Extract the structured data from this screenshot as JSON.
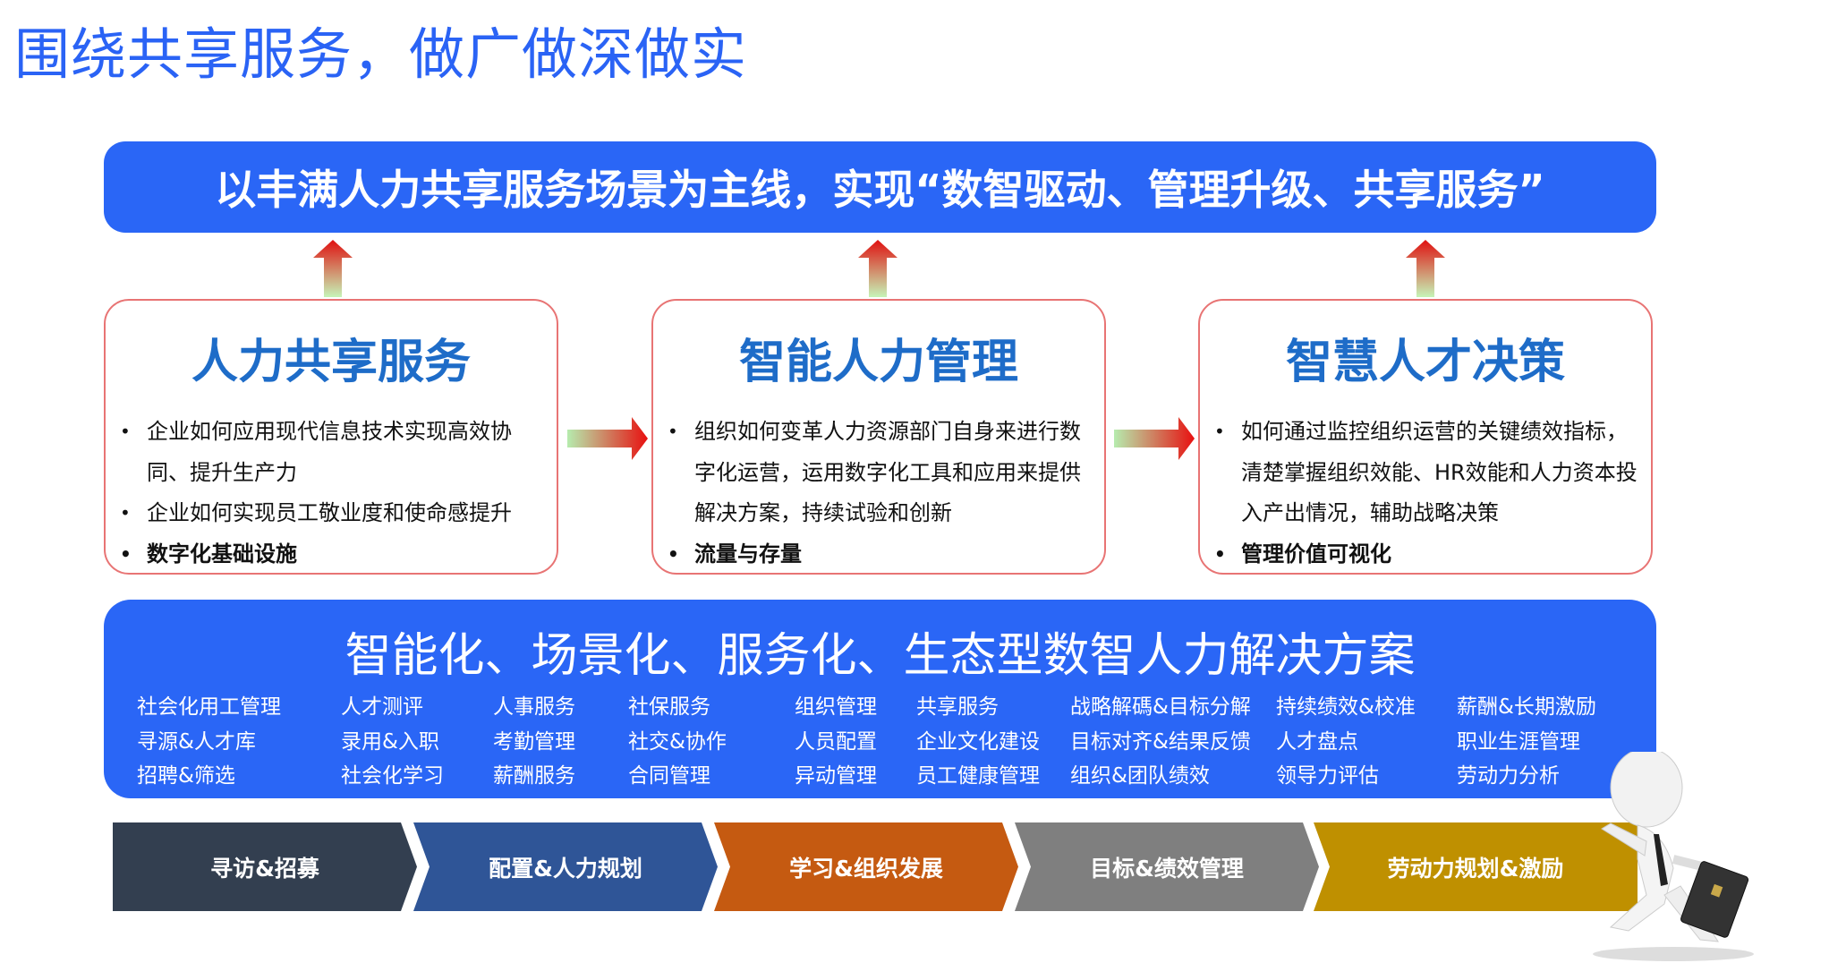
{
  "title": "围绕共享服务，做广做深做实",
  "banner": "以丰满人力共享服务场景为主线，实现“数智驱动、管理升级、共享服务”",
  "cards": [
    {
      "title": "人力共享服务",
      "bullets": [
        "企业如何应用现代信息技术实现高效协同、提升生产力",
        "企业如何实现员工敬业度和使命感提升"
      ],
      "bold": "数字化基础设施"
    },
    {
      "title": "智能人力管理",
      "bullets": [
        "组织如何变革人力资源部门自身来进行数字化运营，运用数字化工具和应用来提供解决方案，持续试验和创新"
      ],
      "bold": "流量与存量"
    },
    {
      "title": "智慧人才决策",
      "bullets": [
        "如何通过监控组织运营的关键绩效指标，清楚掌握组织效能、HR效能和人力资本投入产出情况，辅助战略决策"
      ],
      "bold": "管理价值可视化"
    }
  ],
  "solution": {
    "heading": "智能化、场景化、服务化、生态型数智人力解决方案",
    "columns": [
      [
        "社会化用工管理",
        "寻源&人才库",
        "招聘&筛选"
      ],
      [
        "人才测评",
        "录用&入职",
        "社会化学习"
      ],
      [
        "人事服务",
        "考勤管理",
        "薪酬服务"
      ],
      [
        "社保服务",
        "社交&协作",
        "合同管理"
      ],
      [
        "组织管理",
        "人员配置",
        "异动管理"
      ],
      [
        "共享服务",
        "企业文化建设",
        "员工健康管理"
      ],
      [
        "战略解碼&目标分解",
        "目标对齐&结果反馈",
        "组织&团队绩效"
      ],
      [
        "持续绩效&校准",
        "人才盘点",
        "领导力评估"
      ],
      [
        "薪酬&长期激励",
        "职业生涯管理",
        "劳动力分析"
      ]
    ]
  },
  "stages": [
    {
      "label": "寻访&招募",
      "color": "#333f50"
    },
    {
      "label": "配置&人力规划",
      "color": "#2f5597"
    },
    {
      "label": "学习&组织发展",
      "color": "#c55a11"
    },
    {
      "label": "目标&绩效管理",
      "color": "#7f7f7f"
    },
    {
      "label": "劳动力规划&激励",
      "color": "#bf9000"
    }
  ]
}
